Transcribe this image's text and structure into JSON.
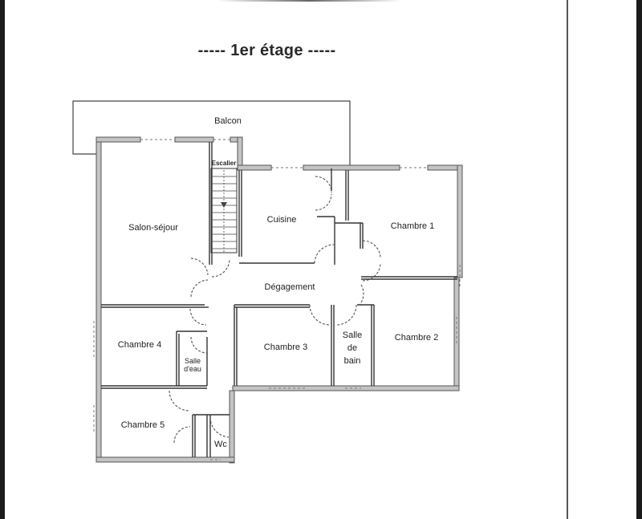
{
  "title": "----- 1er étage -----",
  "floor": "1er étage",
  "colors": {
    "wall": "#6e6e6e",
    "wall_fill": "#bdbdbd",
    "line": "#333333",
    "background": "#ffffff"
  },
  "rooms": {
    "balcon": "Balcon",
    "escalier": "Escalier",
    "salon": "Salon-séjour",
    "cuisine": "Cuisine",
    "chambre1": "Chambre 1",
    "degagement": "Dégagement",
    "chambre4": "Chambre 4",
    "salle_eau_1": "Salle",
    "salle_eau_2": "d'eau",
    "chambre3": "Chambre 3",
    "salle_bain_1": "Salle",
    "salle_bain_2": "de",
    "salle_bain_3": "bain",
    "chambre2": "Chambre 2",
    "chambre5": "Chambre 5",
    "wc": "Wc"
  }
}
